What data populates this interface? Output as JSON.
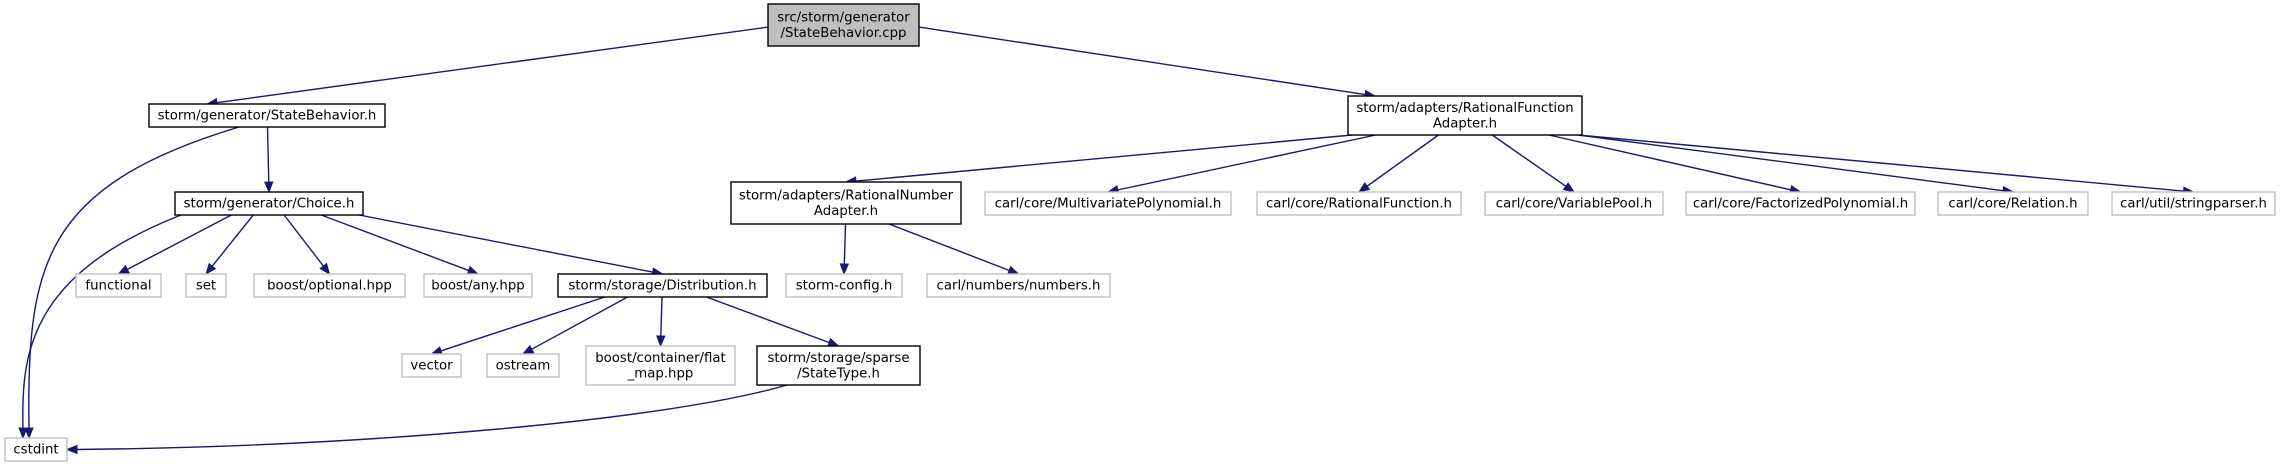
{
  "nodes": [
    {
      "id": "root",
      "lines": [
        "src/storm/generator",
        "/StateBehavior.cpp"
      ],
      "kind": "root",
      "name": "node-statebehavior-cpp"
    },
    {
      "id": "sb",
      "lines": [
        "storm/generator/StateBehavior.h"
      ],
      "kind": "internal",
      "name": "node-statebehavior-h"
    },
    {
      "id": "rfa",
      "lines": [
        "storm/adapters/RationalFunction",
        "Adapter.h"
      ],
      "kind": "internal",
      "name": "node-rationalfunction-adapter-h"
    },
    {
      "id": "choice",
      "lines": [
        "storm/generator/Choice.h"
      ],
      "kind": "internal",
      "name": "node-choice-h"
    },
    {
      "id": "cstdint",
      "lines": [
        "cstdint"
      ],
      "kind": "external",
      "name": "node-cstdint"
    },
    {
      "id": "functional",
      "lines": [
        "functional"
      ],
      "kind": "external",
      "name": "node-functional"
    },
    {
      "id": "set",
      "lines": [
        "set"
      ],
      "kind": "external",
      "name": "node-set"
    },
    {
      "id": "optional",
      "lines": [
        "boost/optional.hpp"
      ],
      "kind": "external",
      "name": "node-boost-optional"
    },
    {
      "id": "any",
      "lines": [
        "boost/any.hpp"
      ],
      "kind": "external",
      "name": "node-boost-any"
    },
    {
      "id": "dist",
      "lines": [
        "storm/storage/Distribution.h"
      ],
      "kind": "internal",
      "name": "node-distribution-h"
    },
    {
      "id": "vector",
      "lines": [
        "vector"
      ],
      "kind": "external",
      "name": "node-vector"
    },
    {
      "id": "ostream",
      "lines": [
        "ostream"
      ],
      "kind": "external",
      "name": "node-ostream"
    },
    {
      "id": "flatmap",
      "lines": [
        "boost/container/flat",
        "_map.hpp"
      ],
      "kind": "external",
      "name": "node-boost-flat-map"
    },
    {
      "id": "statetype",
      "lines": [
        "storm/storage/sparse",
        "/StateType.h"
      ],
      "kind": "internal",
      "name": "node-statetype-h"
    },
    {
      "id": "rna",
      "lines": [
        "storm/adapters/RationalNumber",
        "Adapter.h"
      ],
      "kind": "internal",
      "name": "node-rationalnumber-adapter-h"
    },
    {
      "id": "mvp",
      "lines": [
        "carl/core/MultivariatePolynomial.h"
      ],
      "kind": "external",
      "name": "node-carl-multivariatepolynomial"
    },
    {
      "id": "rf",
      "lines": [
        "carl/core/RationalFunction.h"
      ],
      "kind": "external",
      "name": "node-carl-rationalfunction"
    },
    {
      "id": "vp",
      "lines": [
        "carl/core/VariablePool.h"
      ],
      "kind": "external",
      "name": "node-carl-variablepool"
    },
    {
      "id": "fp",
      "lines": [
        "carl/core/FactorizedPolynomial.h"
      ],
      "kind": "external",
      "name": "node-carl-factorizedpolynomial"
    },
    {
      "id": "rel",
      "lines": [
        "carl/core/Relation.h"
      ],
      "kind": "external",
      "name": "node-carl-relation"
    },
    {
      "id": "sp",
      "lines": [
        "carl/util/stringparser.h"
      ],
      "kind": "external",
      "name": "node-carl-stringparser"
    },
    {
      "id": "stormconfig",
      "lines": [
        "storm-config.h"
      ],
      "kind": "external",
      "name": "node-storm-config"
    },
    {
      "id": "numbers",
      "lines": [
        "carl/numbers/numbers.h"
      ],
      "kind": "external",
      "name": "node-carl-numbers"
    }
  ],
  "edges": [
    {
      "from": "root",
      "to": "sb"
    },
    {
      "from": "root",
      "to": "rfa"
    },
    {
      "from": "sb",
      "to": "choice"
    },
    {
      "from": "sb",
      "to": "cstdint"
    },
    {
      "from": "choice",
      "to": "cstdint"
    },
    {
      "from": "choice",
      "to": "functional"
    },
    {
      "from": "choice",
      "to": "set"
    },
    {
      "from": "choice",
      "to": "optional"
    },
    {
      "from": "choice",
      "to": "any"
    },
    {
      "from": "choice",
      "to": "dist"
    },
    {
      "from": "dist",
      "to": "vector"
    },
    {
      "from": "dist",
      "to": "ostream"
    },
    {
      "from": "dist",
      "to": "flatmap"
    },
    {
      "from": "dist",
      "to": "statetype"
    },
    {
      "from": "statetype",
      "to": "cstdint"
    },
    {
      "from": "rfa",
      "to": "rna"
    },
    {
      "from": "rfa",
      "to": "mvp"
    },
    {
      "from": "rfa",
      "to": "rf"
    },
    {
      "from": "rfa",
      "to": "vp"
    },
    {
      "from": "rfa",
      "to": "fp"
    },
    {
      "from": "rfa",
      "to": "rel"
    },
    {
      "from": "rfa",
      "to": "sp"
    },
    {
      "from": "rna",
      "to": "stormconfig"
    },
    {
      "from": "rna",
      "to": "numbers"
    }
  ],
  "colors": {
    "edge": "#191970",
    "root_fill": "#bfbfbf",
    "internal_border": "#000000",
    "external_border": "#bfbfbf"
  }
}
